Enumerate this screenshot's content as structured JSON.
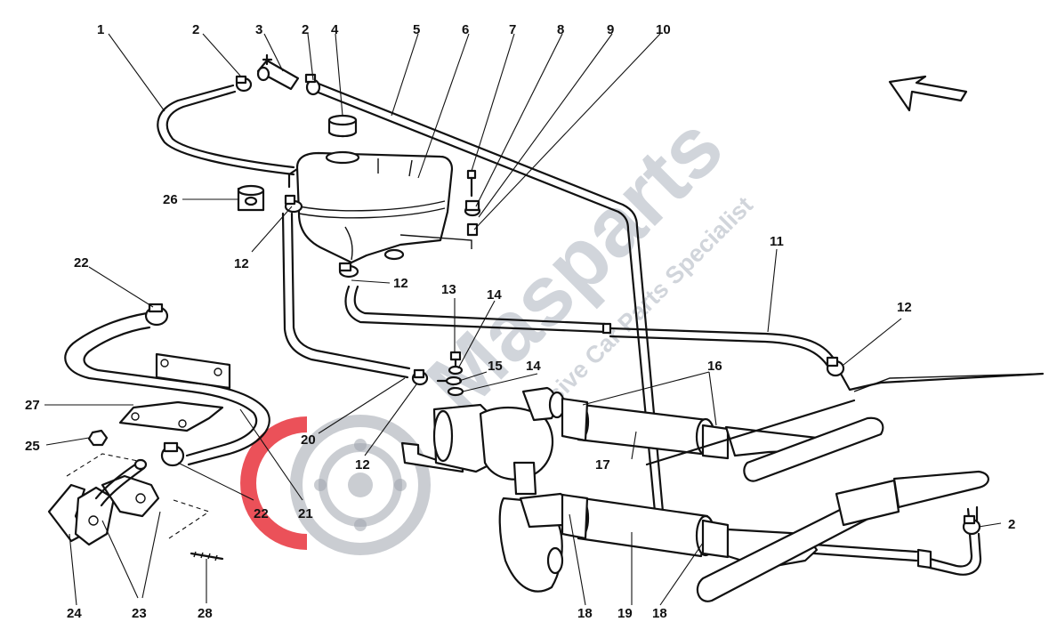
{
  "watermark": {
    "brand": "Masparts",
    "tagline": "Exclusive Car Parts Specialist",
    "colors": {
      "text": "#c6cbd3",
      "logo_red": "#e8323c",
      "logo_gray": "#9ea4ad"
    }
  },
  "direction_arrow_icon": "arrow-up-left-icon",
  "callouts": [
    "1",
    "2",
    "3",
    "2",
    "4",
    "5",
    "6",
    "7",
    "8",
    "9",
    "10",
    "26",
    "12",
    "12",
    "22",
    "13",
    "14",
    "15",
    "14",
    "11",
    "12",
    "16",
    "27",
    "25",
    "20",
    "12",
    "17",
    "22",
    "21",
    "2",
    "24",
    "23",
    "28",
    "18",
    "19",
    "18"
  ]
}
